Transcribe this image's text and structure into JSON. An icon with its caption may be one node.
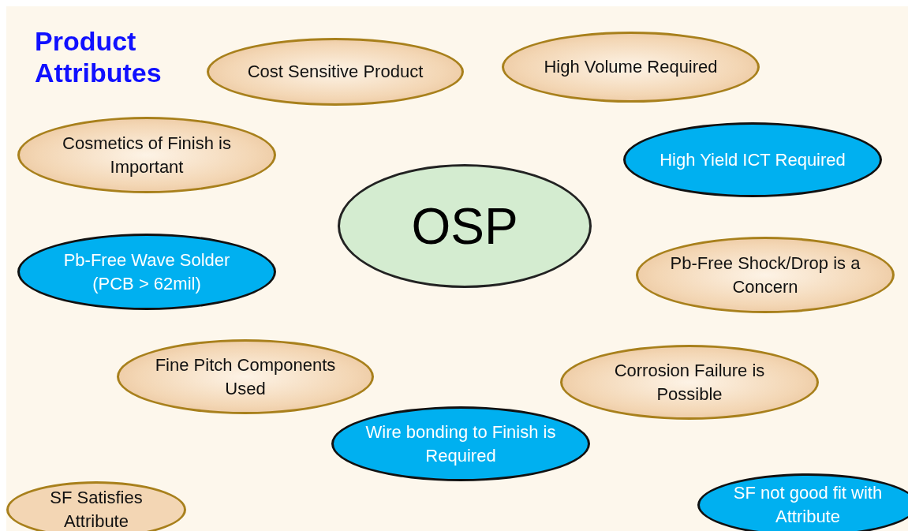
{
  "diagram": {
    "title": "Product Attributes",
    "nodes": [
      {
        "text": [
          "Cost Sensitive Product"
        ]
      },
      {
        "text": [
          "High Volume Required"
        ]
      },
      {
        "text": [
          "Cosmetics of Finish is Important"
        ]
      },
      {
        "text": [
          "High Yield ICT Required"
        ]
      },
      {
        "text": [
          "OSP"
        ]
      },
      {
        "text": [
          "Pb-Free Wave Solder (PCB > 62mil)"
        ]
      },
      {
        "text": [
          "Pb-Free Shock/Drop is a Concern"
        ]
      },
      {
        "text": [
          "Fine Pitch Components Used"
        ]
      },
      {
        "text": [
          "Corrosion Failure is Possible"
        ]
      },
      {
        "text": [
          "Wire bonding to Finish is Required"
        ]
      }
    ],
    "edges": [],
    "legend": [
      {
        "text": "SF Satisfies Attribute",
        "color": "#f3d6b4"
      },
      {
        "text": "SF not good fit with Attribute",
        "color": "#00b0f0"
      }
    ]
  }
}
